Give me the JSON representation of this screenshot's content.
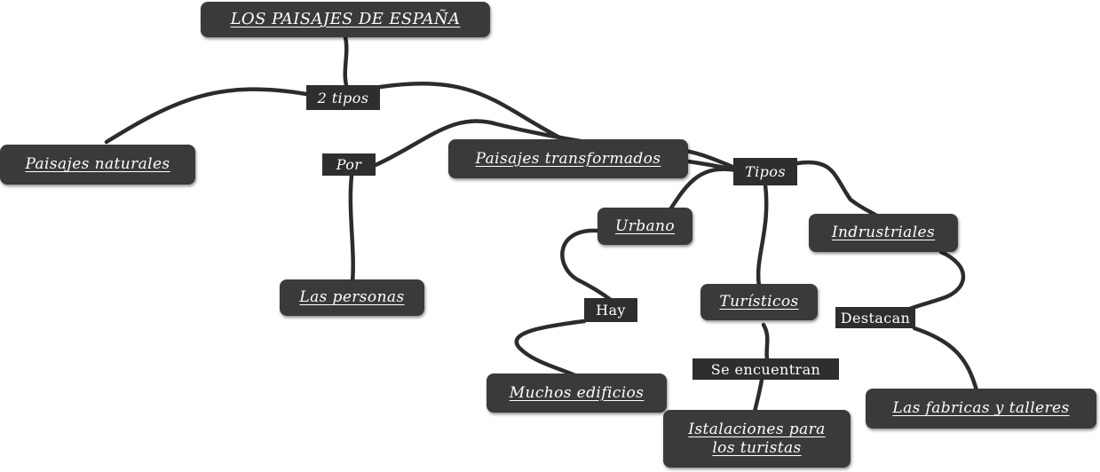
{
  "title": "LOS PAISAJES DE ESPAÑA",
  "concepts": {
    "naturales": "Paisajes naturales",
    "transformados": "Paisajes transformados",
    "personas": "Las personas",
    "urbano": "Urbano",
    "turisticos": "Turísticos",
    "industriales": "Indrustriales",
    "edificios": "Muchos edificios",
    "instalaciones": "Istalaciones para los turistas",
    "fabricas": "Las fabricas y talleres"
  },
  "linking_phrases": {
    "dos_tipos": "2 tipos",
    "por": "Por",
    "tipos": "Tipos",
    "hay": "Hay",
    "se_encuentran": "Se encuentran",
    "destacan": "Destacan"
  },
  "colors": {
    "node_fill": "#3a3a3a",
    "node_text": "#ffffff",
    "connector": "#2c2c2c",
    "background": "#ffffff"
  }
}
